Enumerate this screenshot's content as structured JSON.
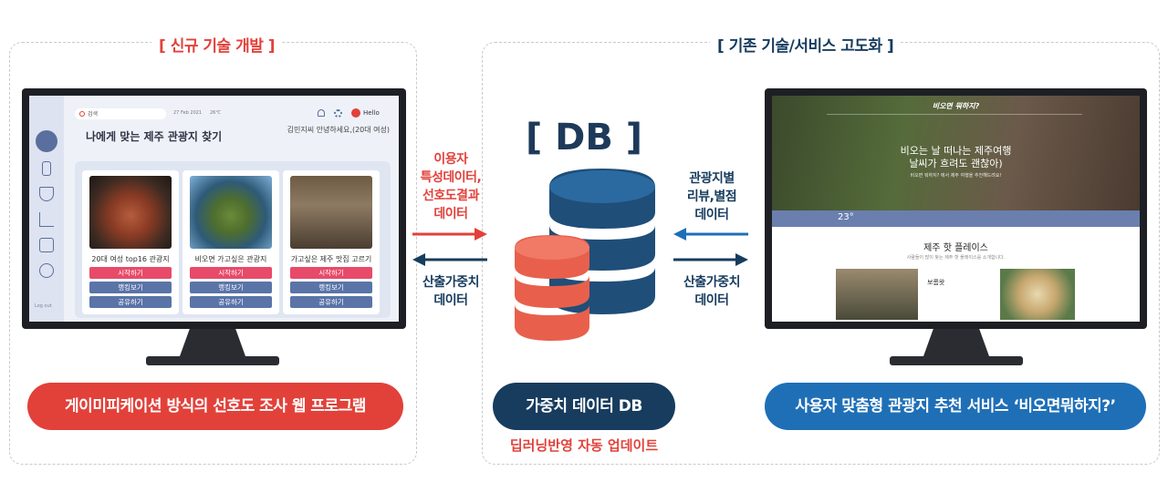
{
  "left_panel": {
    "title": "[ 신규 기술 개발 ]"
  },
  "right_panel": {
    "title": "[ 기존 기술/서비스 고도화 ]"
  },
  "left_app": {
    "search_placeholder": "검색",
    "date": "27 Feb 2021",
    "temp": "26℃",
    "hello": "Hello",
    "page_title": "나에게 맞는 제주 관광지 찾기",
    "greeting": "김민지씨 안녕하세요,(20대 여성)",
    "logout": "Log out",
    "cards": [
      {
        "title": "20대 여성 top16 관광지",
        "start": "시작하기",
        "rank": "랭킹보기",
        "share": "공유하기"
      },
      {
        "title": "비오면 가고싶은 관광지",
        "start": "시작하기",
        "rank": "랭킹보기",
        "share": "공유하기"
      },
      {
        "title": "가고싶은 제주 맛집 고르기",
        "start": "시작하기",
        "rank": "랭킹보기",
        "share": "공유하기"
      }
    ]
  },
  "right_app": {
    "logo": "비오면 뭐하지?",
    "hero_line1": "비오는 날 떠나는 제주여행",
    "hero_line2": "날씨가 흐려도 괜찮아)",
    "hero_sub": "비오면 뭐하지? 에서 제주 여행을 추천해드려요!",
    "temperature": "23°",
    "section_title": "제주 핫 플레이스",
    "section_sub": "사람들이 많이 찾는 제주 핫 플레이스를 소개합니다.",
    "place_name": "보롬왓"
  },
  "db": {
    "label": "[ DB ]",
    "pill": "가중치 데이터 DB",
    "subtext": "딥러닝반영 자동 업데이트",
    "colors": {
      "navy": "#1f4e79",
      "coral": "#e8604c"
    }
  },
  "arrows": {
    "left_top": "이용자\n특성데이터,\n선호도결과\n데이터",
    "left_bottom": "산출가중치\n데이터",
    "right_top": "관광지별\n리뷰,별점\n데이터",
    "right_bottom": "산출가중치\n데이터"
  },
  "pills": {
    "left": "게이미피케이션 방식의 선호도 조사 웹 프로그램",
    "right": "사용자 맞춤형 관광지 추천 서비스 ‘비오면뭐하지?’"
  },
  "colors": {
    "red": "#e2413a",
    "navy": "#173c5e",
    "blue": "#1f6fb7"
  }
}
